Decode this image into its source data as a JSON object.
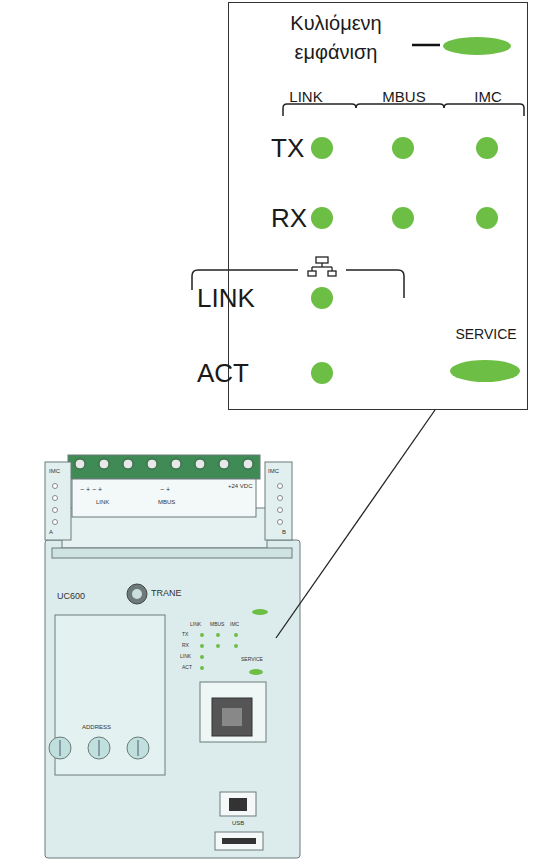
{
  "diagram": {
    "nodes": [
      {
        "text": [
          "Κυλιόμενη εμφάνιση",
          "LINK",
          "MBUS",
          "IMC",
          "TX",
          "RX",
          "LINK",
          "ACT",
          "SERVICE"
        ]
      }
    ],
    "labels": [
      "IMC",
      "IMC",
      "A",
      "B",
      "− + − +",
      "LINK",
      "− +",
      "MBUS",
      "+24 VDC",
      "UC600",
      "TRANE",
      "LINK",
      "MBUS",
      "IMC",
      "TX",
      "RX",
      "LINK",
      "ACT",
      "SERVICE",
      "ADDRESS",
      "USB"
    ]
  }
}
